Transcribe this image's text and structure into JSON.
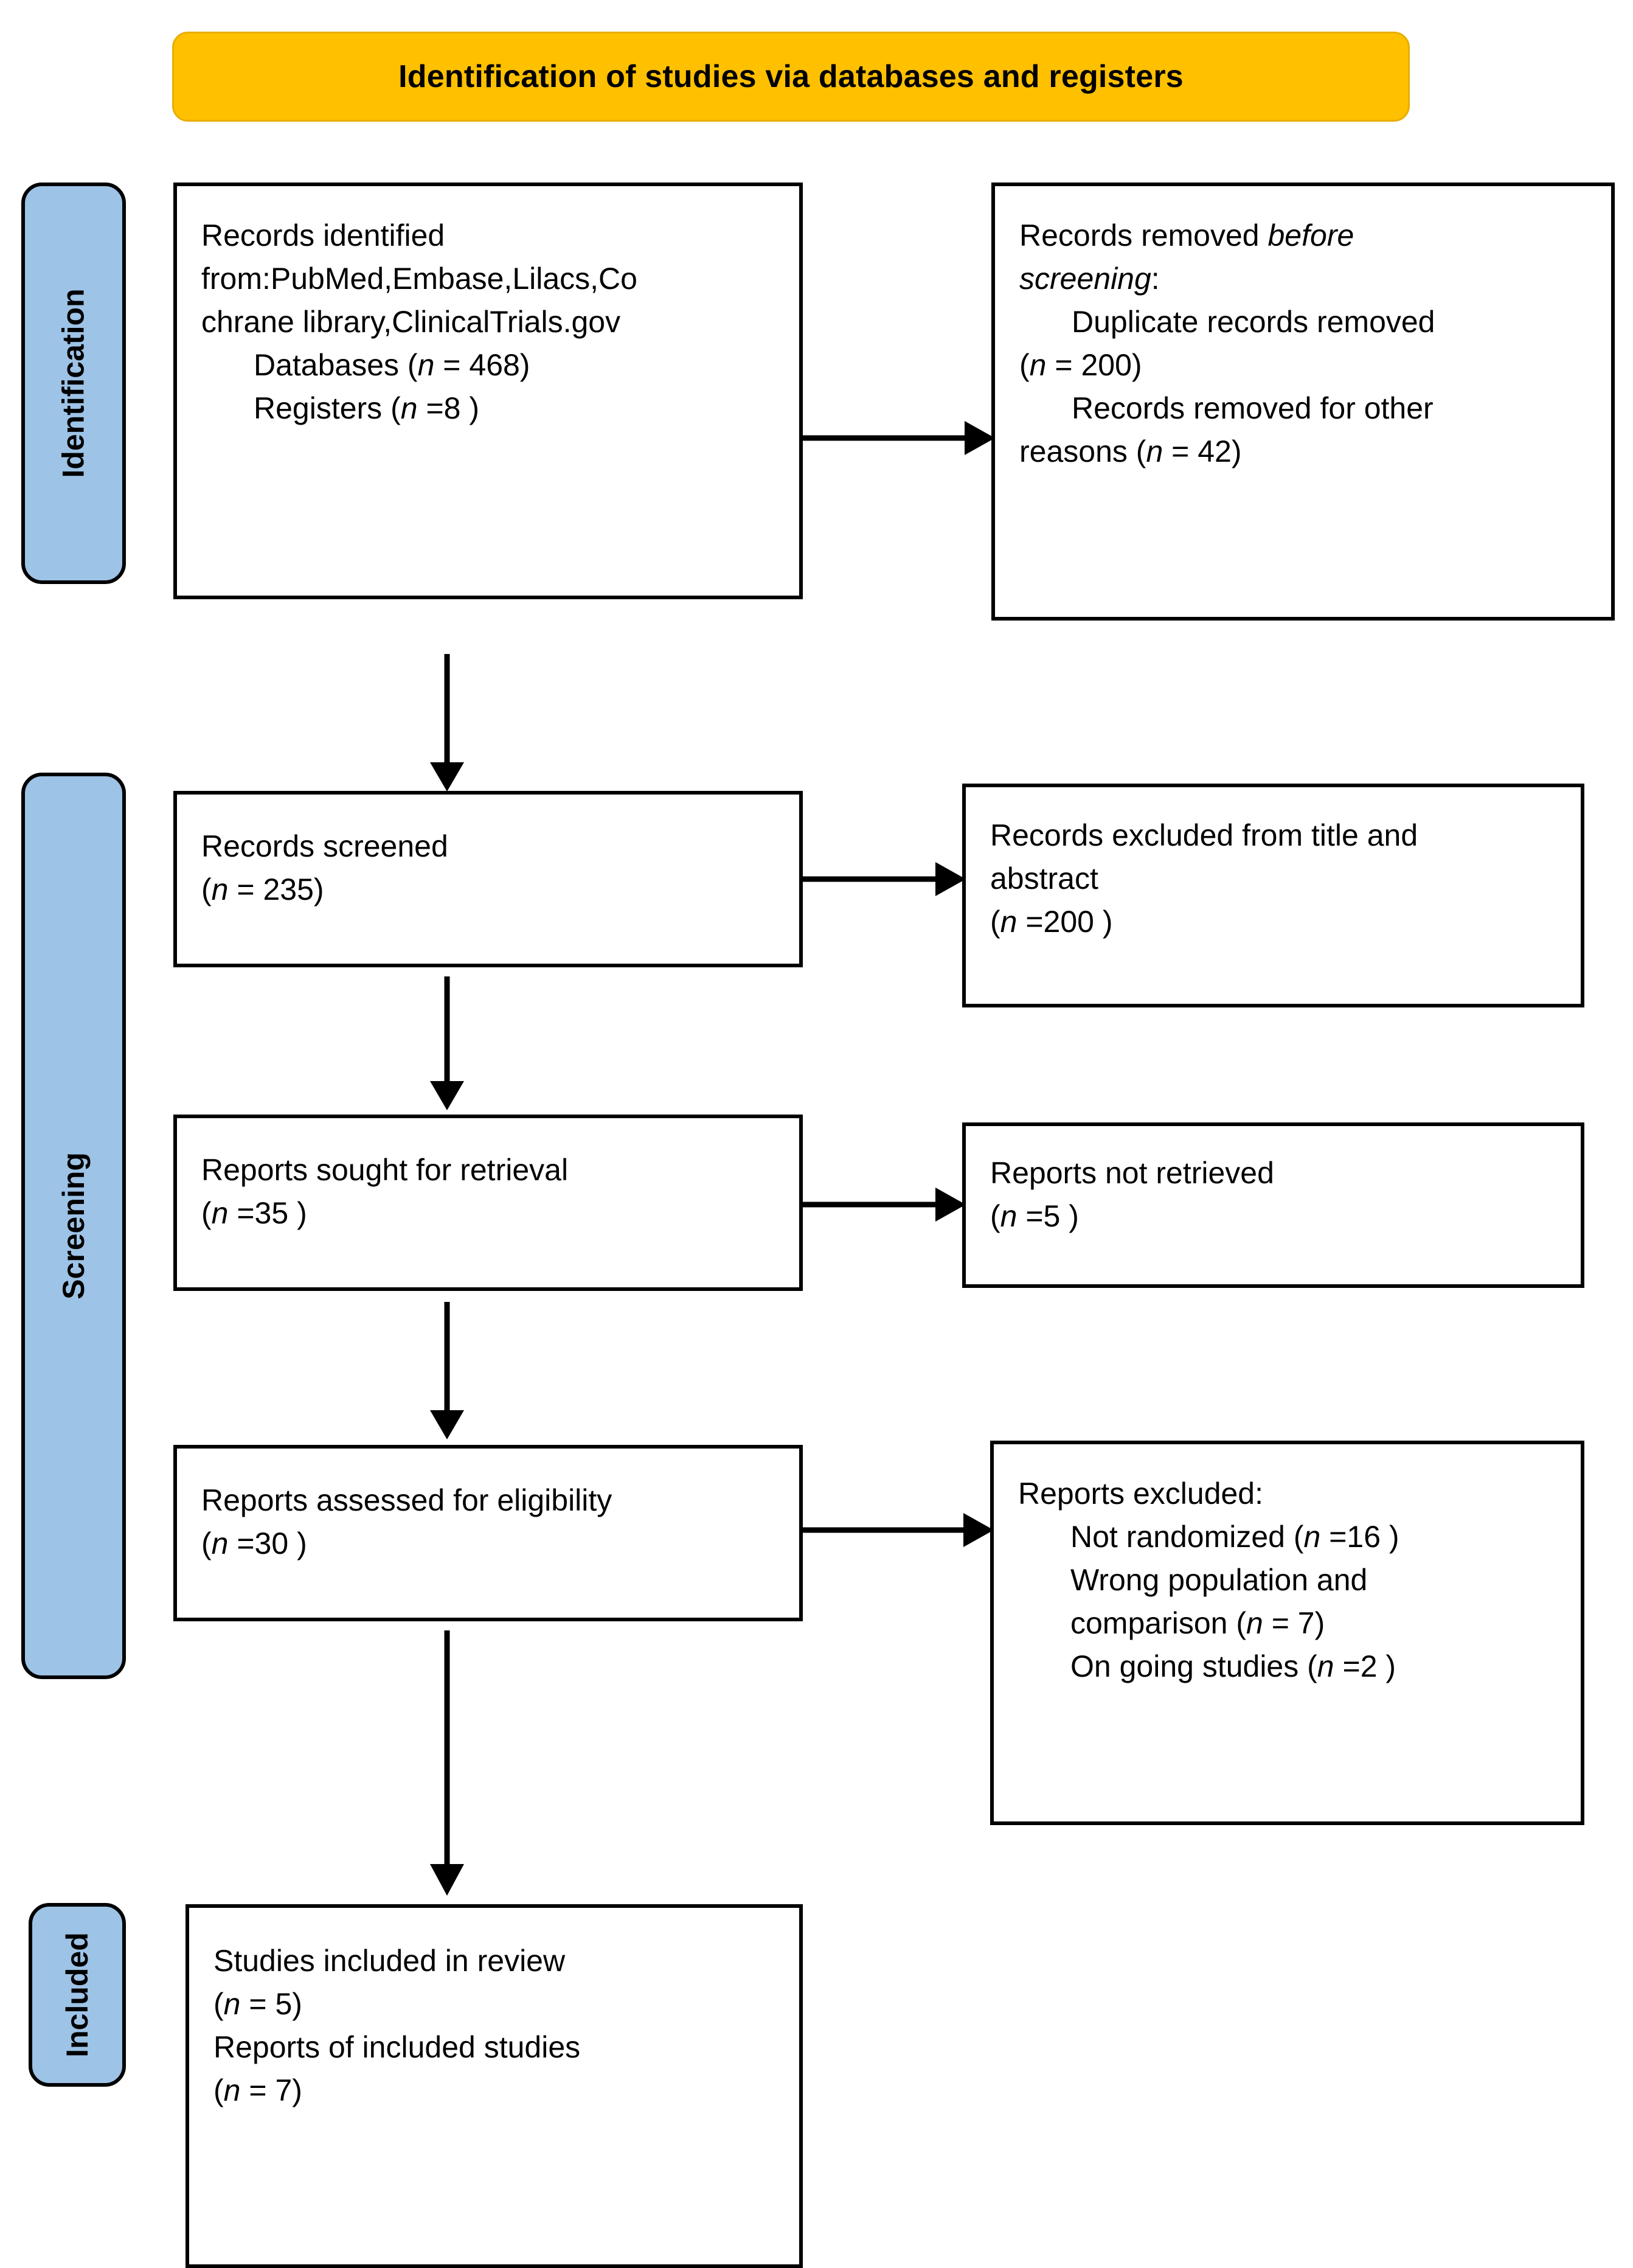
{
  "header": {
    "title": "Identification of studies via databases and registers",
    "fill_color": "#FFC000"
  },
  "stages": [
    {
      "name": "identification",
      "label": "Identification",
      "fill_color": "#9DC3E6"
    },
    {
      "name": "screening",
      "label": "Screening",
      "fill_color": "#9DC3E6"
    },
    {
      "name": "included",
      "label": "Included",
      "fill_color": "#9DC3E6"
    }
  ],
  "boxes": {
    "records_identified": {
      "l1": "Records identified",
      "l2": "from:PubMed,Embase,Lilacs,Co",
      "l3": "chrane library,ClinicalTrials.gov",
      "l4_text": "Databases (",
      "l4_n": "n",
      "l4_val": " = 468)",
      "l5_text": "Registers (",
      "l5_n": "n",
      "l5_val": " =8 )"
    },
    "records_removed": {
      "l1a": "Records removed ",
      "l1b": "before",
      "l2a": "screening",
      "l2b": ":",
      "l3": "Duplicate records removed",
      "l4_open": "(",
      "l4_n": "n",
      "l4_val": " = 200)",
      "l5": "Records removed for other",
      "l6_text": "reasons (",
      "l6_n": "n",
      "l6_val": " = 42)"
    },
    "records_screened": {
      "l1": "Records screened",
      "l2_open": "(",
      "l2_n": "n",
      "l2_val": " = 235)"
    },
    "records_excluded": {
      "l1": "Records excluded from title and",
      "l2": "abstract",
      "l3_open": "(",
      "l3_n": "n",
      "l3_val": " =200 )"
    },
    "reports_sought": {
      "l1": "Reports sought for retrieval",
      "l2_open": "(",
      "l2_n": "n",
      "l2_val": " =35 )"
    },
    "reports_not_retrieved": {
      "l1": "Reports not retrieved",
      "l2_open": "(",
      "l2_n": "n",
      "l2_val": " =5 )"
    },
    "reports_assessed": {
      "l1": "Reports assessed for eligibility",
      "l2_open": "(",
      "l2_n": "n",
      "l2_val": " =30 )"
    },
    "reports_excluded": {
      "l1": "Reports excluded:",
      "l2_text": "Not randomized (",
      "l2_n": "n",
      "l2_val": " =16 )",
      "l3": "Wrong population and",
      "l4_text": "comparison (",
      "l4_n": "n",
      "l4_val": " = 7)",
      "l5_text": "On going studies (",
      "l5_n": "n",
      "l5_val": " =2 )"
    },
    "studies_included": {
      "l1": "Studies included in review",
      "l2_open": "(",
      "l2_n": "n",
      "l2_val": " = 5)",
      "l3": "Reports of included studies",
      "l4_open": "(",
      "l4_n": "n",
      "l4_val": " = 7)"
    }
  },
  "chart_data": {
    "type": "diagram",
    "title": "Identification of studies via databases and registers",
    "nodes": [
      {
        "id": "records_identified",
        "stage": "Identification",
        "column": "left",
        "text": "Records identified from:PubMed,Embase,Lilacs,Cochrane library,ClinicalTrials.gov Databases (n = 468) Registers (n =8 )",
        "counts": {
          "Databases": 468,
          "Registers": 8
        }
      },
      {
        "id": "records_removed",
        "stage": "Identification",
        "column": "right",
        "text": "Records removed before screening: Duplicate records removed (n = 200) Records removed for other reasons (n = 42)",
        "counts": {
          "Duplicate records removed": 200,
          "Records removed for other reasons": 42
        }
      },
      {
        "id": "records_screened",
        "stage": "Screening",
        "column": "left",
        "text": "Records screened (n = 235)",
        "counts": {
          "n": 235
        }
      },
      {
        "id": "records_excluded",
        "stage": "Screening",
        "column": "right",
        "text": "Records excluded from title and abstract (n =200 )",
        "counts": {
          "n": 200
        }
      },
      {
        "id": "reports_sought",
        "stage": "Screening",
        "column": "left",
        "text": "Reports sought for retrieval (n =35 )",
        "counts": {
          "n": 35
        }
      },
      {
        "id": "reports_not_retrieved",
        "stage": "Screening",
        "column": "right",
        "text": "Reports not retrieved (n =5 )",
        "counts": {
          "n": 5
        }
      },
      {
        "id": "reports_assessed",
        "stage": "Screening",
        "column": "left",
        "text": "Reports assessed for eligibility (n =30 )",
        "counts": {
          "n": 30
        }
      },
      {
        "id": "reports_excluded",
        "stage": "Screening",
        "column": "right",
        "text": "Reports excluded: Not randomized (n =16 ) Wrong population and comparison (n = 7) On going studies (n =2 )",
        "counts": {
          "Not randomized": 16,
          "Wrong population and comparison": 7,
          "On going studies": 2
        }
      },
      {
        "id": "studies_included",
        "stage": "Included",
        "column": "left",
        "text": "Studies included in review (n = 5) Reports of included studies (n = 7)",
        "counts": {
          "Studies included in review": 5,
          "Reports of included studies": 7
        }
      }
    ],
    "edges": [
      {
        "from": "records_identified",
        "to": "records_removed",
        "direction": "right"
      },
      {
        "from": "records_identified",
        "to": "records_screened",
        "direction": "down"
      },
      {
        "from": "records_screened",
        "to": "records_excluded",
        "direction": "right"
      },
      {
        "from": "records_screened",
        "to": "reports_sought",
        "direction": "down"
      },
      {
        "from": "reports_sought",
        "to": "reports_not_retrieved",
        "direction": "right"
      },
      {
        "from": "reports_sought",
        "to": "reports_assessed",
        "direction": "down"
      },
      {
        "from": "reports_assessed",
        "to": "reports_excluded",
        "direction": "right"
      },
      {
        "from": "reports_assessed",
        "to": "studies_included",
        "direction": "down"
      }
    ]
  }
}
